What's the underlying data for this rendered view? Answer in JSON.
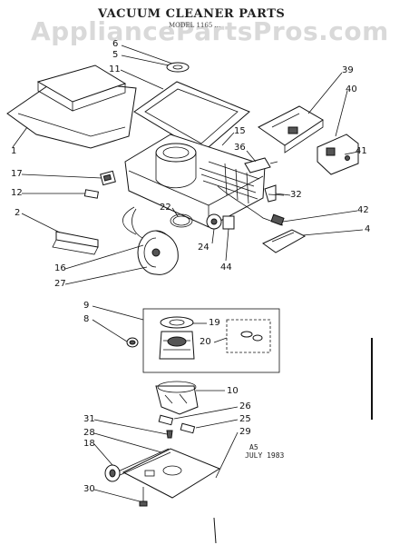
{
  "diagram": {
    "title": "VACUUM CLEANER PARTS",
    "subtitle": "MODEL 1165 ...",
    "watermark": "AppliancePartsPros.com",
    "date_code": "A5",
    "date_text": "JULY 1983",
    "part_callouts": [
      "6",
      "5",
      "11",
      "39",
      "40",
      "15",
      "36",
      "41",
      "1",
      "17",
      "12",
      "32",
      "2",
      "22",
      "42",
      "4",
      "24",
      "16",
      "27",
      "44",
      "9",
      "8",
      "19",
      "20",
      "10",
      "26",
      "25",
      "31",
      "28",
      "29",
      "18",
      "30"
    ]
  }
}
